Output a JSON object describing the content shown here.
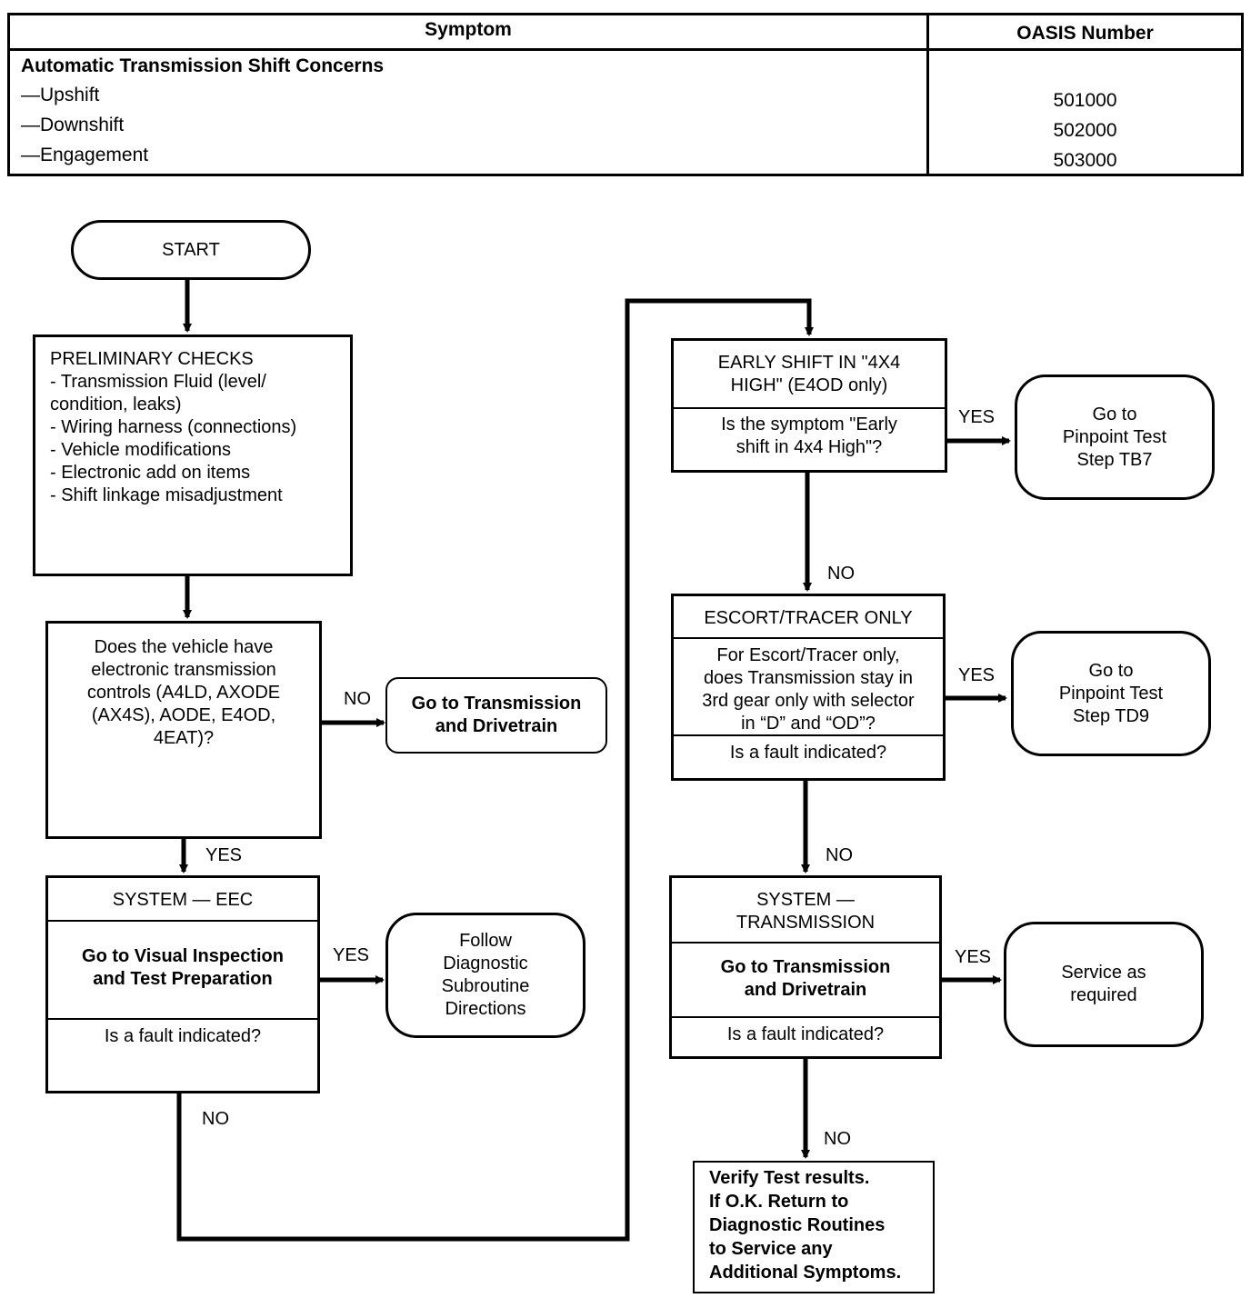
{
  "table": {
    "headers": {
      "symptom": "Symptom",
      "oasis": "OASIS Number"
    },
    "group_title": "Automatic Transmission Shift Concerns",
    "rows": [
      {
        "symptom": "—Upshift",
        "oasis": "501000"
      },
      {
        "symptom": "—Downshift",
        "oasis": "502000"
      },
      {
        "symptom": "—Engagement",
        "oasis": "503000"
      }
    ]
  },
  "flowchart": {
    "start": "START",
    "preliminary": {
      "title": "PRELIMINARY CHECKS",
      "items": [
        "- Transmission Fluid (level/\n   condition, leaks)",
        "- Wiring harness (connections)",
        "- Vehicle modifications",
        "- Electronic add on items",
        "- Shift linkage misadjustment"
      ]
    },
    "electronic_q": "Does the vehicle have\nelectronic transmission\ncontrols (A4LD, AXODE\n(AX4S), AODE, E4OD,\n4EAT)?",
    "go_transmission_drivetrain": "Go to Transmission\nand Drivetrain",
    "system_eec": {
      "title": "SYSTEM — EEC",
      "action": "Go to Visual Inspection\nand Test Preparation",
      "question": "Is a fault indicated?"
    },
    "follow_diagnostic": "Follow\nDiagnostic\nSubroutine\nDirections",
    "early_shift": {
      "title": "EARLY SHIFT IN \"4X4\nHIGH\" (E4OD only)",
      "question": "Is the symptom \"Early\nshift in 4x4 High\"?"
    },
    "go_tb7": "Go to\nPinpoint Test\nStep TB7",
    "escort": {
      "title": "ESCORT/TRACER ONLY",
      "question": "For Escort/Tracer only,\ndoes Transmission stay in\n3rd gear only with selector\nin “D” and “OD”?",
      "fault": "Is a fault indicated?"
    },
    "go_td9": "Go to\nPinpoint Test\nStep TD9",
    "system_transmission": {
      "title": "SYSTEM —\nTRANSMISSION",
      "action": "Go to Transmission\nand Drivetrain",
      "question": "Is a fault indicated?"
    },
    "service_required": "Service as\nrequired",
    "verify": "Verify Test results.\nIf O.K. Return to\nDiagnostic Routines\nto Service any\nAdditional Symptoms.",
    "labels": {
      "yes": "YES",
      "no": "NO"
    }
  }
}
